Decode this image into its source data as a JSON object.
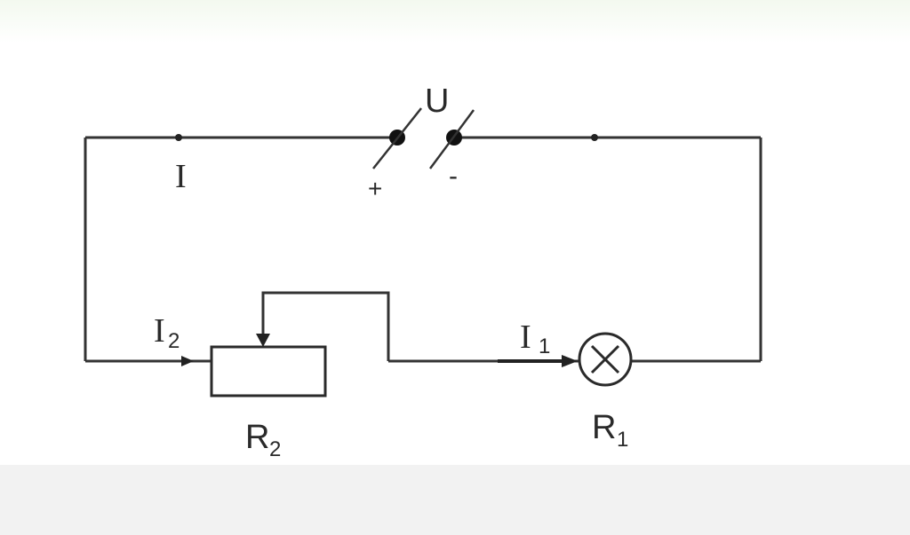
{
  "diagram": {
    "labels": {
      "source": "U",
      "plus": "+",
      "minus": "-",
      "total_current": "I",
      "current_2": "I",
      "current_2_sub": "2",
      "current_1": "I",
      "current_1_sub": "1",
      "rheostat": "R",
      "rheostat_sub": "2",
      "lamp": "R",
      "lamp_sub": "1"
    },
    "colors": {
      "wire": "#333333",
      "component": "#2a2a2a",
      "label": "#2a2a2a"
    }
  }
}
